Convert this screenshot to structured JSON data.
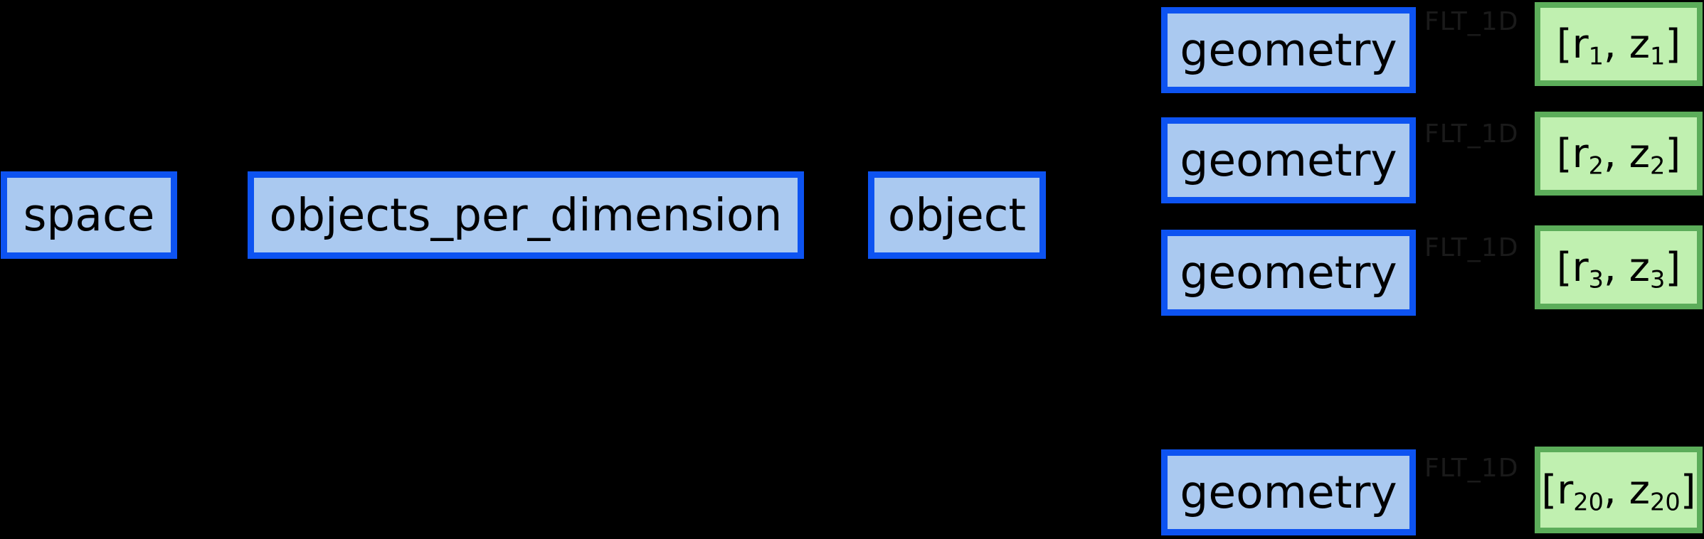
{
  "colors": {
    "background": "#000000",
    "node_fill": "#aac9f0",
    "node_border": "#0d53f1",
    "leaf_fill": "#c0f0b0",
    "leaf_border": "#5cad5a",
    "edge_label_color": "#1a1a1a",
    "node_text_color": "#000000"
  },
  "nodes": {
    "space": {
      "label": "space"
    },
    "objects_per_dimension": {
      "label": "objects_per_dimension"
    },
    "object": {
      "label": "object"
    }
  },
  "geometry_rows": [
    {
      "label": "geometry",
      "edge_type": "FLT_1D",
      "value": {
        "prefix": "[r",
        "sub_r": "1",
        "middle": ", z",
        "sub_z": "1",
        "suffix": "]"
      }
    },
    {
      "label": "geometry",
      "edge_type": "FLT_1D",
      "value": {
        "prefix": "[r",
        "sub_r": "2",
        "middle": ", z",
        "sub_z": "2",
        "suffix": "]"
      }
    },
    {
      "label": "geometry",
      "edge_type": "FLT_1D",
      "value": {
        "prefix": "[r",
        "sub_r": "3",
        "middle": ", z",
        "sub_z": "3",
        "suffix": "]"
      }
    },
    {
      "label": "geometry",
      "edge_type": "FLT_1D",
      "value": {
        "prefix": "[r",
        "sub_r": "20",
        "middle": ", z",
        "sub_z": "20",
        "suffix": "]"
      }
    }
  ]
}
